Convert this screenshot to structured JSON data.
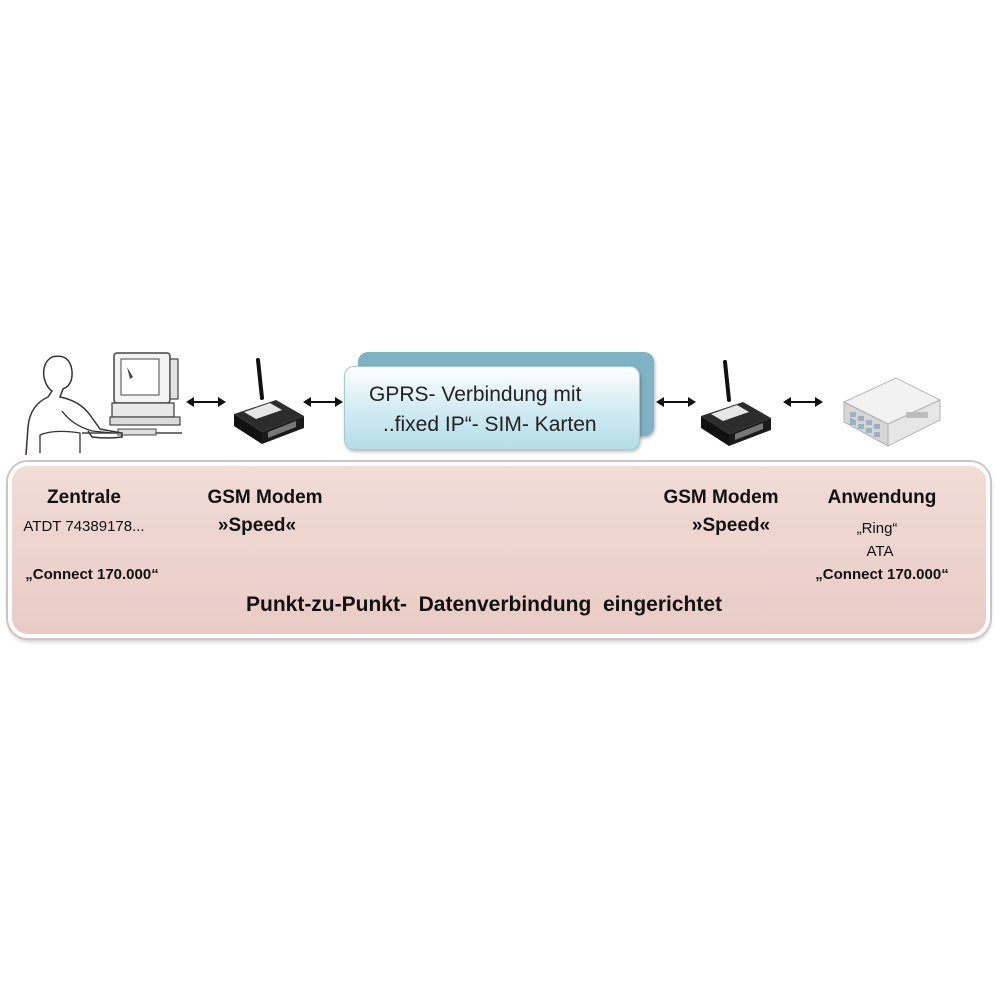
{
  "cloud": {
    "line1": "GPRS- Verbindung mit",
    "line2": "..fixed IP“- SIM- Karten"
  },
  "central": {
    "title": "Zentrale",
    "command": "ATDT 74389178...",
    "response": "„Connect 170.000“"
  },
  "modem_left": {
    "title": "GSM Modem",
    "model": "»Speed«"
  },
  "modem_right": {
    "title": "GSM Modem",
    "model": "»Speed«"
  },
  "application": {
    "title": "Anwendung",
    "ring": "„Ring“",
    "answer": "ATA",
    "response": "„Connect 170.000“"
  },
  "footer": "Punkt-zu-Punkt-  Datenverbindung  eingerichtet",
  "icons": [
    "person-at-computer-icon",
    "gsm-modem-icon",
    "double-arrow-icon",
    "router-device-icon"
  ],
  "colors": {
    "panel": "#ecd2cd",
    "cloud": "#cfeaf2",
    "cloud_back": "#7fb3c4"
  }
}
